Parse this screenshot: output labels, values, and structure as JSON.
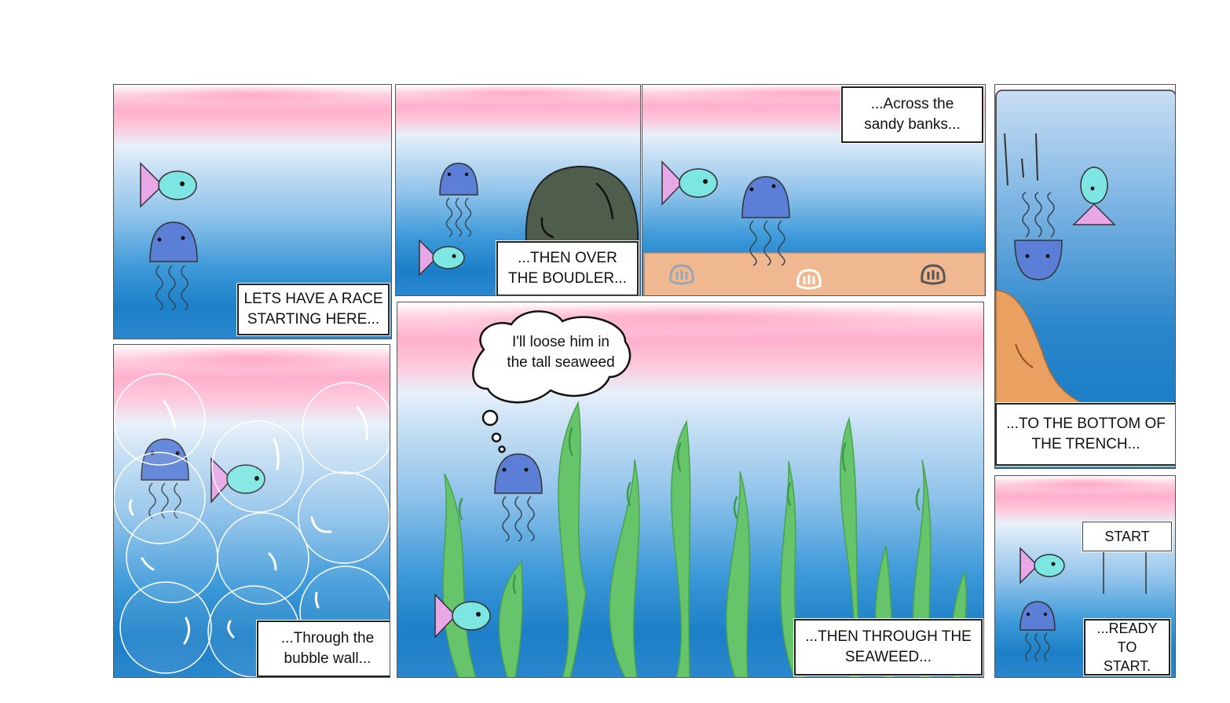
{
  "panels": [
    {
      "caption": "LETS HAVE A RACE\nSTARTING HERE..."
    },
    {
      "caption": "...Through the\nbubble wall..."
    },
    {
      "caption": "...THEN OVER\nTHE BOUDLER..."
    },
    {
      "caption": "...Across the\nsandy banks..."
    },
    {
      "caption": "...THEN THROUGH THE\nSEAWEED...",
      "thought": "I'll loose him in\nthe tall seaweed"
    },
    {
      "caption": "...TO THE BOTTOM OF\nTHE TRENCH..."
    },
    {
      "caption": "...READY\nTO\nSTART.",
      "sign": "START"
    }
  ],
  "colors": {
    "jellyfish": "#5b7fd6",
    "fish_body": "#7ee6e2",
    "fish_tail": "#e8a8e8",
    "boulder": "#4f5e4a",
    "sand": "#f0b890",
    "seaweed": "#66c46a",
    "pink_glow": "#ffb0cc",
    "deep_blue": "#1c7fc7"
  },
  "icons": [
    "jellyfish-icon",
    "fish-icon",
    "boulder-icon",
    "shell-icon",
    "seaweed-icon",
    "bubble-icon",
    "thought-bubble-icon",
    "sign-icon"
  ]
}
